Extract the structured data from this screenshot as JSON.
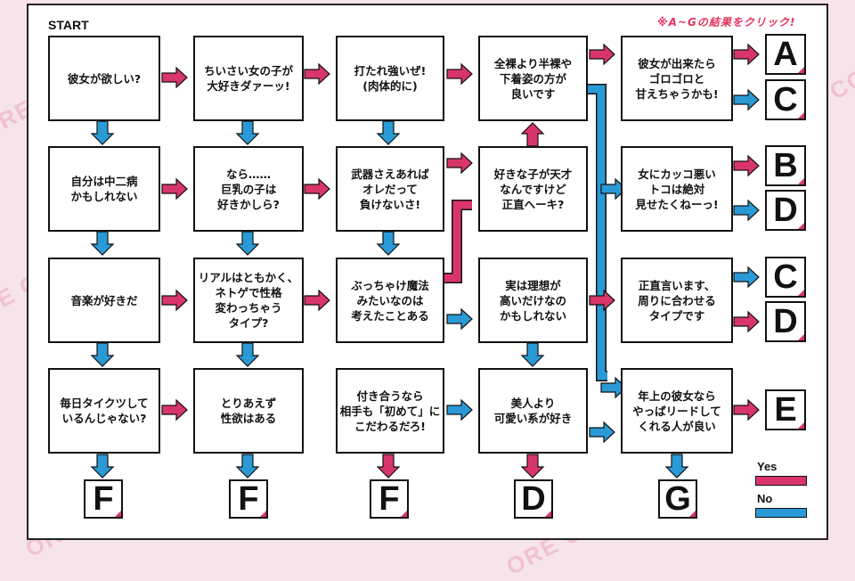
{
  "header": {
    "start_label": "START",
    "hint": "※A~Gの結果をクリック!"
  },
  "colors": {
    "yes": "#d8366a",
    "no": "#2a9ad6"
  },
  "nodes": {
    "q1": "彼女が欲しい?",
    "q2": "ちいさい女の子が\n大好きダァーッ!",
    "q3": "打たれ強いぜ!\n(肉体的に)",
    "q4": "全裸より半裸や\n下着姿の方が\n良いです",
    "q5": "彼女が出来たら\nゴロゴロと\n甘えちゃうかも!",
    "q6": "自分は中二病\nかもしれない",
    "q7": "なら……\n巨乳の子は\n好きかしら?",
    "q8": "武器さえあれば\nオレだって\n負けないさ!",
    "q9": "好きな子が天才\nなんですけど\n正直へーキ?",
    "q10": "女にカッコ悪い\nトコは絶対\n見せたくねーっ!",
    "q11": "音楽が好きだ",
    "q12": "リアルはともかく、\nネトゲで性格\n変わっちゃう\nタイプ?",
    "q13": "ぶっちゃけ魔法\nみたいなのは\n考えたことある",
    "q14": "実は理想が\n高いだけなの\nかもしれない",
    "q15": "正直言います、\n周りに合わせる\nタイプです",
    "q16": "毎日タイクツして\nいるんじゃない?",
    "q17": "とりあえず\n性欲はある",
    "q18": "付き合うなら\n相手も「初めて」に\nこだわるだろ!",
    "q19": "美人より\n可愛い系が好き",
    "q20": "年上の彼女なら\nやっぱリードして\nくれる人が良い"
  },
  "results": {
    "r1": "A",
    "r2": "C",
    "r3": "B",
    "r4": "D",
    "r5": "C",
    "r6": "D",
    "r7": "E",
    "b1": "F",
    "b2": "F",
    "b3": "F",
    "b4": "D",
    "b5": "G"
  },
  "legend": {
    "yes_label": "Yes",
    "no_label": "No"
  },
  "background_text": [
    "ORE COMMU",
    "ORE COMMU",
    "ORE COMMU",
    "ORE COMMU",
    "ORE COMMU"
  ]
}
